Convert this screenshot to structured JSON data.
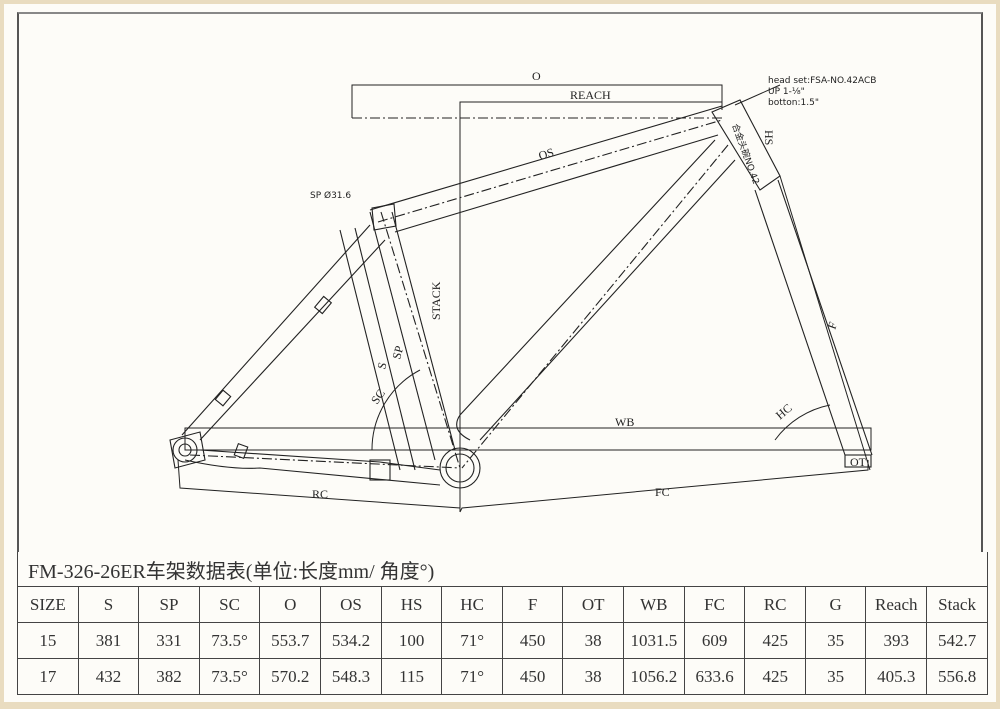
{
  "drawing": {
    "labels": {
      "o": "O",
      "reach": "REACH",
      "os": "OS",
      "sp_diameter": "SP Ø31.6",
      "hs": "HS",
      "stack": "STACK",
      "s": "S",
      "sp": "SP",
      "sc": "SC",
      "wb": "WB",
      "hc": "HC",
      "f": "F",
      "ot": "OT",
      "rc": "RC",
      "fc": "FC",
      "headtube_note": "合金头碗NO.42"
    },
    "headset_notes": [
      "head set:FSA-NO.42ACB",
      "UP 1-⅛\"",
      "botton:1.5\""
    ]
  },
  "table": {
    "title": "FM-326-26ER车架数据表(单位:长度mm/ 角度°)",
    "headers": [
      "SIZE",
      "S",
      "SP",
      "SC",
      "O",
      "OS",
      "HS",
      "HC",
      "F",
      "OT",
      "WB",
      "FC",
      "RC",
      "G",
      "Reach",
      "Stack"
    ],
    "rows": [
      [
        "15",
        "381",
        "331",
        "73.5°",
        "553.7",
        "534.2",
        "100",
        "71°",
        "450",
        "38",
        "1031.5",
        "609",
        "425",
        "35",
        "393",
        "542.7"
      ],
      [
        "17",
        "432",
        "382",
        "73.5°",
        "570.2",
        "548.3",
        "115",
        "71°",
        "450",
        "38",
        "1056.2",
        "633.6",
        "425",
        "35",
        "405.3",
        "556.8"
      ]
    ]
  }
}
